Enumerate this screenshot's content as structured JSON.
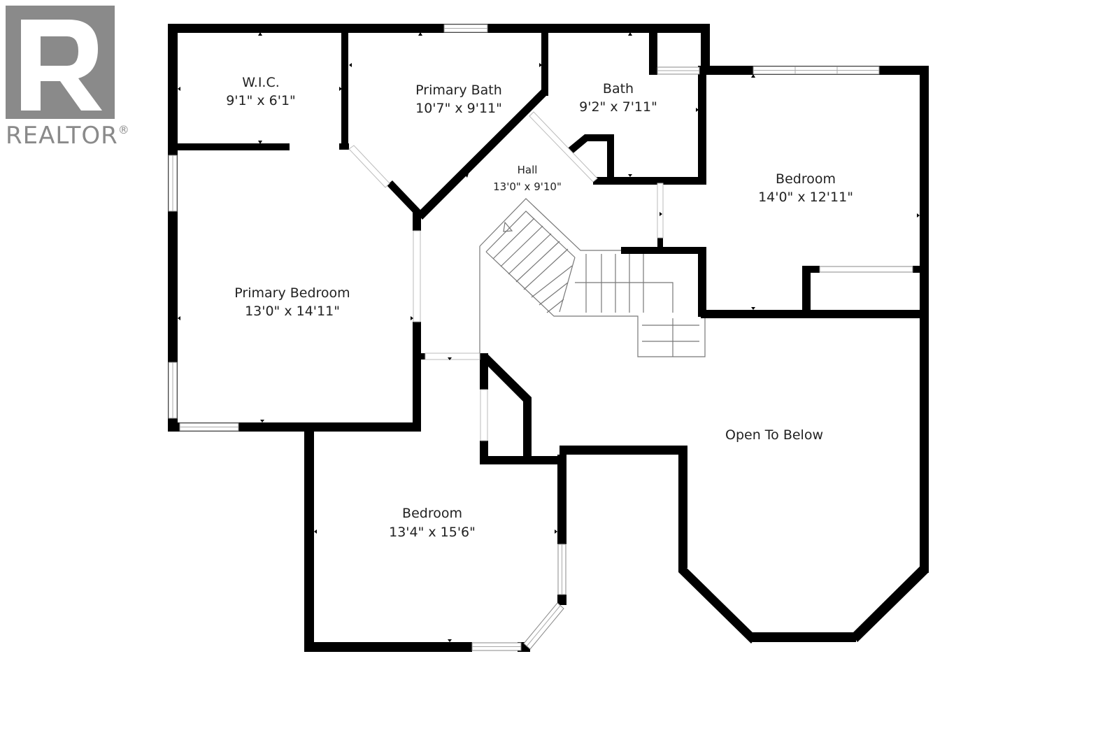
{
  "logo": {
    "text": "REALTOR",
    "mark": "®",
    "icon": "realtor-r-logo"
  },
  "rooms": {
    "wic": {
      "name": "W.I.C.",
      "dims": "9'1\" x 6'1\""
    },
    "primary_bath": {
      "name": "Primary Bath",
      "dims": "10'7\" x 9'11\""
    },
    "bath": {
      "name": "Bath",
      "dims": "9'2\" x 7'11\""
    },
    "hall": {
      "name": "Hall",
      "dims": "13'0\" x 9'10\""
    },
    "bedroom_right": {
      "name": "Bedroom",
      "dims": "14'0\" x 12'11\""
    },
    "primary_bedroom": {
      "name": "Primary Bedroom",
      "dims": "13'0\" x 14'11\""
    },
    "open_to_below": {
      "name": "Open To Below"
    },
    "bedroom_bottom": {
      "name": "Bedroom",
      "dims": "13'4\" x 15'6\""
    }
  },
  "colors": {
    "wall": "#000000",
    "logo": "#8a8a8a",
    "window_frame": "#888888"
  }
}
